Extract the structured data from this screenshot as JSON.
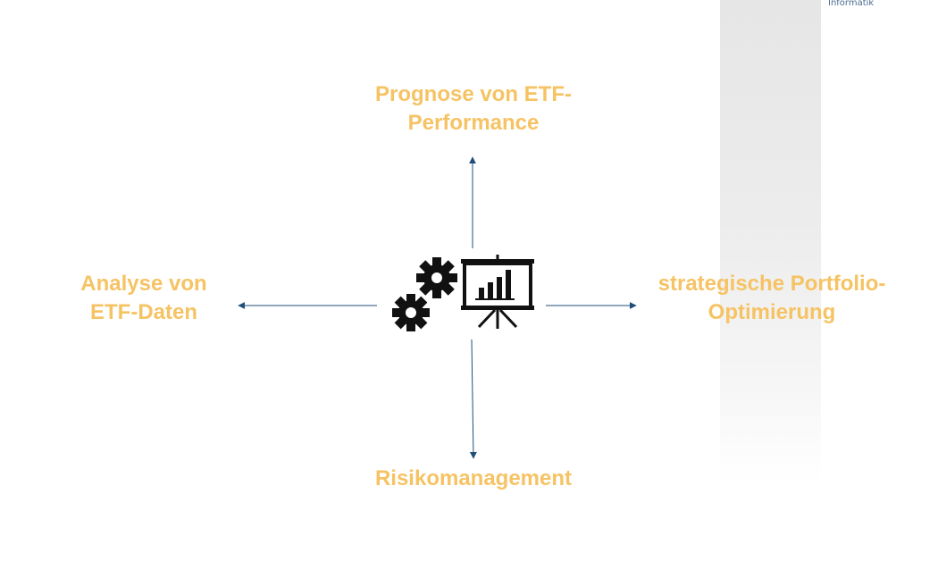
{
  "brand": {
    "text": "Informatik"
  },
  "center": {
    "icons": [
      "gears-icon",
      "presentation-board-icon"
    ]
  },
  "labels": {
    "top": [
      "Prognose von ETF-",
      "Performance"
    ],
    "left": [
      "Analyse von",
      "ETF-Daten"
    ],
    "right": [
      "strategische Portfolio-",
      "Optimierung"
    ],
    "bottom": [
      "Risikomanagement"
    ]
  },
  "colors": {
    "label": "#f6c364",
    "arrow": "#1f4e79",
    "icon": "#111111"
  }
}
